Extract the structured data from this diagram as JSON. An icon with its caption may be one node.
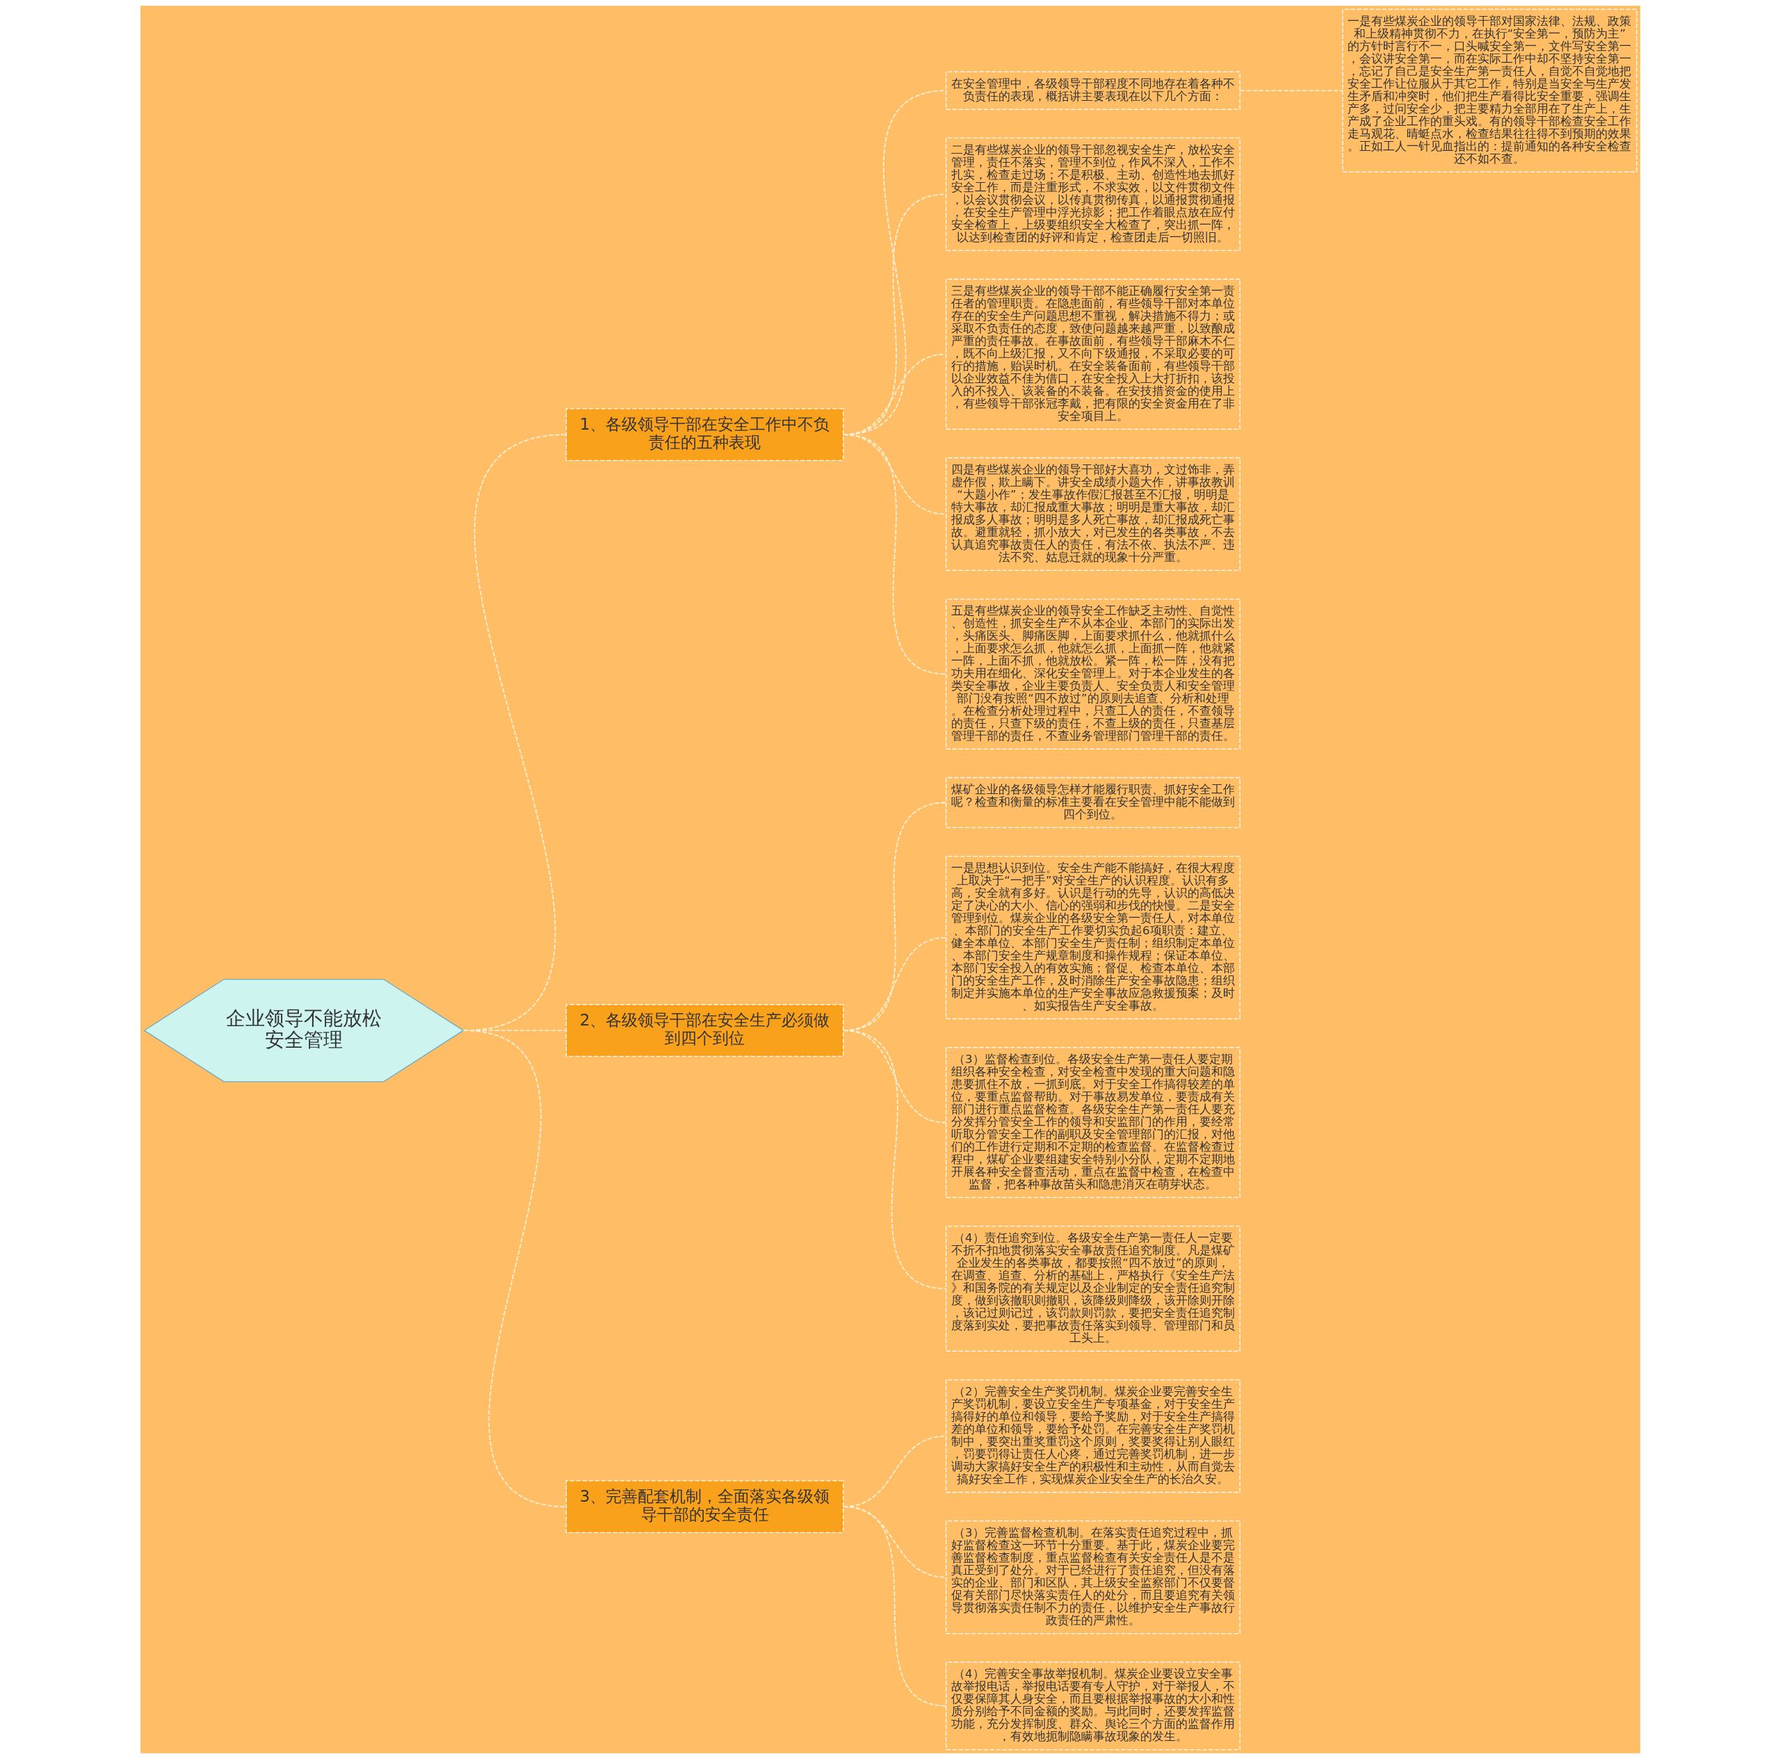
{
  "diagram": {
    "nodes": [
      {
        "text": [
          "企业领导不能放松安全管理"
        ]
      },
      {
        "text": [
          "1、各级领导干部在安全工作中不负责任的五种表现"
        ]
      },
      {
        "text": [
          "在安全管理中，各级领导干部程度不同地存在着各种不负责任的表现，概括讲主要表现在以下几个方面："
        ]
      },
      {
        "text": [
          "一是有些煤炭企业的领导干部对国家法律、法规、政策和上级精神贯彻不力，在执行“安全第一，预防为主”的方针时言行不一，口头喊安全第一，文件写安全第一，会议讲安全第一，而在实际工作中却不坚持安全第一，忘记了自己是安全生产第一责任人，自觉不自觉地把安全工作让位服从于其它工作，特别是当安全与生产发生矛盾和冲突时，他们把生产看得比安全重要，强调生产多，过问安全少，把主要精力全部用在了生产上，生产成了企业工作的重头戏。有的领导干部检查安全工作走马观花、晴蜓点水，检查结果往往得不到预期的效果。正如工人一针见血指出的：提前通知的各种安全检查还不如不查。"
        ]
      },
      {
        "text": [
          "二是有些煤炭企业的领导干部忽视安全生产，放松安全管理，责任不落实，管理不到位，作风不深入，工作不扎实，检查走过场；不是积极、主动、创造性地去抓好安全工作，而是注重形式，不求实效，以文件贯彻文件，以会议贯彻会议，以传真贯彻传真，以通报贯彻通报，在安全生产管理中浮光掠影；把工作着眼点放在应付安全检查上，上级要组织安全大检查了，突出抓一阵，以达到检查团的好评和肯定，检查团走后一切照旧。"
        ]
      },
      {
        "text": [
          "三是有些煤炭企业的领导干部不能正确履行安全第一责任者的管理职责。在隐患面前，有些领导干部对本单位存在的安全生产问题思想不重视，解决措施不得力；或采取不负责任的态度，致使问题越来越严重，以致酿成严重的责任事故。在事故面前，有些领导干部麻木不仁，既不向上级汇报，又不向下级通报，不采取必要的可行的措施，贻误时机。在安全装备面前，有些领导干部以企业效益不佳为借口，在安全投入上大打折扣，该投入的不投入、该装备的不装备。在安技措资金的使用上，有些领导干部张冠李戴，把有限的安全资金用在了非安全项目上。"
        ]
      },
      {
        "text": [
          "四是有些煤炭企业的领导干部好大喜功，文过饰非，弄虚作假，欺上瞒下。讲安全成绩小题大作，讲事故教训“大题小作”；发生事故作假汇报甚至不汇报，明明是特大事故，却汇报成重大事故；明明是重大事故，却汇报成多人事故；明明是多人死亡事故，却汇报成死亡事故。避重就轻，抓小放大，对已发生的各类事故，不去认真追究事故责任人的责任，有法不依、执法不严、违法不究、姑息迁就的现象十分严重。"
        ]
      },
      {
        "text": [
          "五是有些煤炭企业的领导安全工作缺乏主动性、自觉性、创造性，抓安全生产不从本企业、本部门的实际出发，头痛医头、脚痛医脚，上面要求抓什么，他就抓什么，上面要求怎么抓，他就怎么抓，上面抓一阵，他就紧一阵，上面不抓，他就放松。紧一阵，松一阵，没有把功夫用在细化、深化安全管理上。对于本企业发生的各类安全事故，企业主要负责人、安全负责人和安全管理部门没有按照“四不放过”的原则去追查、分析和处理。在检查分析处理过程中，只查工人的责任，不查领导的责任，只查下级的责任，不查上级的责任，只查基层管理干部的责任，不查业务管理部门管理干部的责任。"
        ]
      },
      {
        "text": [
          "2、各级领导干部在安全生产必须做到四个到位"
        ]
      },
      {
        "text": [
          "煤矿企业的各级领导怎样才能履行职责、抓好安全工作呢？检查和衡量的标准主要看在安全管理中能不能做到四个到位。"
        ]
      },
      {
        "text": [
          "一是思想认识到位。安全生产能不能搞好，在很大程度上取决于“一把手”对安全生产的认识程度。认识有多高，安全就有多好。认识是行动的先导，认识的高低决定了决心的大小、信心的强弱和步伐的快慢。二是安全管理到位。煤炭企业的各级安全第一责任人，对本单位、本部门的安全生产工作要切实负起6项职责：建立、健全本单位、本部门安全生产责任制；组织制定本单位、本部门安全生产规章制度和操作规程；保证本单位、本部门安全投入的有效实施；督促、检查本单位、本部门的安全生产工作，及时消除生产安全事故隐患；组织制定并实施本单位的生产安全事故应急救援预案；及时、如实报告生产安全事故。"
        ]
      },
      {
        "text": [
          "（3）监督检查到位。各级安全生产第一责任人要定期组织各种安全检查，对安全检查中发现的重大问题和隐患要抓住不放，一抓到底。对于安全工作搞得较差的单位，要重点监督帮助。对于事故易发单位，要责成有关部门进行重点监督检查。各级安全生产第一责任人要充分发挥分管安全工作的领导和安监部门的作用，要经常听取分管安全工作的副职及安全管理部门的汇报，对他们的工作进行定期和不定期的检查监督。在监督检查过程中，煤矿企业要组建安全特别小分队，定期不定期地开展各种安全督查活动，重点在监督中检查，在检查中监督，把各种事故苗头和隐患消灭在萌芽状态。"
        ]
      },
      {
        "text": [
          "（4）责任追究到位。各级安全生产第一责任人一定要不折不扣地贯彻落实安全事故责任追究制度。凡是煤矿企业发生的各类事故，都要按照“四不放过”的原则，在调查、追查、分析的基础上，严格执行《安全生产法》和国务院的有关规定以及企业制定的安全责任追究制度，做到该撤职则撤职，该降级则降级，该开除则开除，该记过则记过，该罚款则罚款，要把安全责任追究制度落到实处，要把事故责任落实到领导、管理部门和员工头上。"
        ]
      },
      {
        "text": [
          "3、完善配套机制，全面落实各级领导干部的安全责任"
        ]
      },
      {
        "text": [
          "（2）完善安全生产奖罚机制。煤炭企业要完善安全生产奖罚机制，要设立安全生产专项基金，对于安全生产搞得好的单位和领导，要给予奖励，对于安全生产搞得差的单位和领导，要给予处罚。在完善安全生产奖罚机制中，要突出重奖重罚这个原则，奖要奖得让别人眼红，罚要罚得让责任人心疼，通过完善奖罚机制，进一步调动大家搞好安全生产的积极性和主动性，从而自觉去搞好安全工作，实现煤炭企业安全生产的长治久安。"
        ]
      },
      {
        "text": [
          "（3）完善监督检查机制。在落实责任追究过程中，抓好监督检查这一环节十分重要。基于此，煤炭企业要完善监督检查制度，重点监督检查有关安全责任人是不是真正受到了处分。对于已经进行了责任追究，但没有落实的企业、部门和区队，其上级安全监察部门不仅要督促有关部门尽快落实责任人的处分，而且要追究有关领导贯彻落实责任制不力的责任，以维护安全生产事故行政责任的严肃性。"
        ]
      },
      {
        "text": [
          "（4）完善安全事故举报机制。煤炭企业要设立安全事故举报电话，举报电话要有专人守护，对于举报人，不仅要保障其人身安全，而且要根据举报事故的大小和性质分别给予不同金额的奖励。与此同时，还要发挥监督功能，充分发挥制度、群众、舆论三个方面的监督作用，有效地扼制隐瞒事故现象的发生。"
        ]
      }
    ],
    "edges": [
      {
        "from": 0,
        "to": 1,
        "arrow": "none"
      },
      {
        "from": 1,
        "to": 2,
        "arrow": "none"
      },
      {
        "from": 2,
        "to": 3,
        "arrow": "none"
      },
      {
        "from": 1,
        "to": 4,
        "arrow": "none"
      },
      {
        "from": 1,
        "to": 5,
        "arrow": "none"
      },
      {
        "from": 1,
        "to": 6,
        "arrow": "none"
      },
      {
        "from": 1,
        "to": 7,
        "arrow": "none"
      },
      {
        "from": 0,
        "to": 8,
        "arrow": "none"
      },
      {
        "from": 8,
        "to": 9,
        "arrow": "none"
      },
      {
        "from": 8,
        "to": 10,
        "arrow": "none"
      },
      {
        "from": 8,
        "to": 11,
        "arrow": "none"
      },
      {
        "from": 8,
        "to": 12,
        "arrow": "none"
      },
      {
        "from": 0,
        "to": 13,
        "arrow": "none"
      },
      {
        "from": 13,
        "to": 14,
        "arrow": "none"
      },
      {
        "from": 13,
        "to": 15,
        "arrow": "none"
      },
      {
        "from": 13,
        "to": 16,
        "arrow": "none"
      }
    ]
  }
}
